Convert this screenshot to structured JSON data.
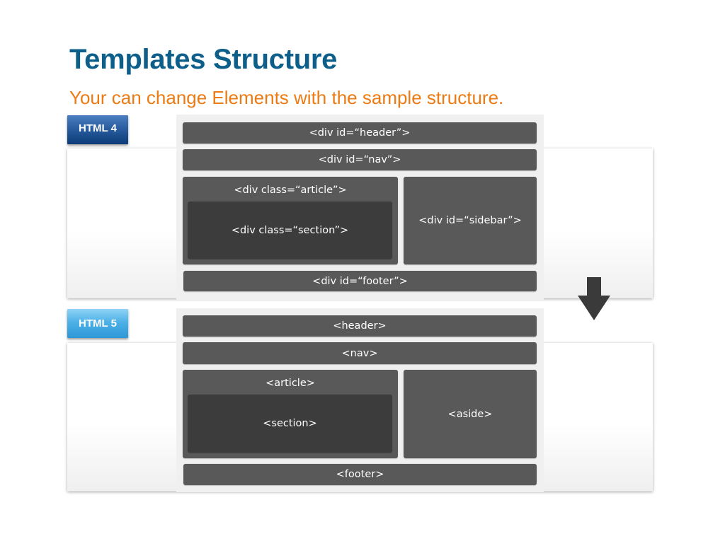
{
  "slide": {
    "title": "Templates Structure",
    "subtitle": "Your can change Elements with the sample structure."
  },
  "html4": {
    "tag": "HTML 4",
    "header": "<div id=“header”>",
    "nav": "<div id=“nav”>",
    "article": "<div class=“article”>",
    "section": "<div class=“section”>",
    "sidebar": "<div id=“sidebar”>",
    "footer": "<div id=“footer”>"
  },
  "html5": {
    "tag": "HTML 5",
    "header": "<header>",
    "nav": "<nav>",
    "article": "<article>",
    "section": "<section>",
    "aside": "<aside>",
    "footer": "<footer>"
  },
  "colors": {
    "title": "#0d5f8a",
    "subtitle": "#ec7b14",
    "box": "#595959",
    "inner_box": "#3c3c3c",
    "html4_tag": "#1f4f8f",
    "html5_tag": "#4db1e7",
    "arrow": "#3a3a3a"
  },
  "icons": {
    "transition_arrow": "down-arrow-icon"
  }
}
